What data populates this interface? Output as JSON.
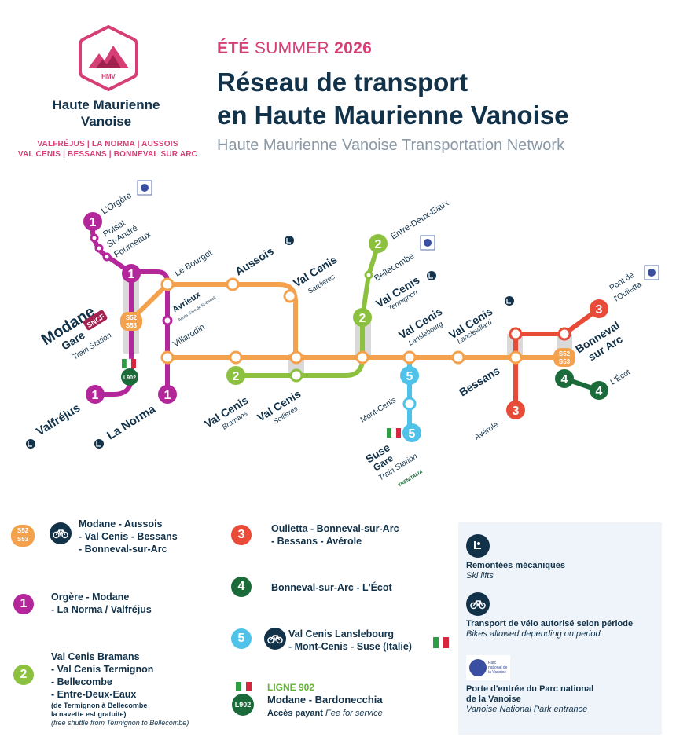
{
  "header": {
    "logo_monogram": "HMV",
    "logo_name_line1": "Haute Maurienne",
    "logo_name_line2": "Vanoise",
    "towns_line1": "VALFRÉJUS  |  LA NORMA  |  AUSSOIS",
    "towns_line2": "VAL CENIS  |  BESSANS  |  BONNEVAL SUR ARC",
    "season_fr": "ÉTÉ",
    "season_en": "SUMMER",
    "year": "2026",
    "title_line1": "Réseau de transport",
    "title_line2": "en Haute Maurienne Vanoise",
    "subtitle": "Haute Maurienne Vanoise Transportation Network"
  },
  "colors": {
    "line_s52": "#f4a14e",
    "line_1": "#b3279b",
    "line_2": "#8cc13f",
    "line_3": "#e84b37",
    "line_4": "#1b6b3a",
    "line_5": "#4fc2ea",
    "navy": "#12324a",
    "pink": "#d63f75"
  },
  "icons": {
    "ski_lift": "ski-lift-icon",
    "bike": "bike-icon",
    "park": "park-entrance-icon",
    "italy_flag": "italy-flag-icon",
    "train": "train-station-icon"
  },
  "map": {
    "badges": {
      "s52": "S52",
      "s53": "S53",
      "l902": "L902",
      "n1": "1",
      "n2": "2",
      "n3": "3",
      "n4": "4",
      "n5": "5"
    },
    "stops": {
      "orgere": "L'Orgère",
      "polset": "Polset",
      "st_andre": "St-André",
      "fourneaux": "Fourneaux",
      "modane": "Modane",
      "gare": "Gare",
      "sncf": "SNCF",
      "train_station": "Train Station",
      "le_bourget": "Le Bourget",
      "aussois": "Aussois",
      "avrieux": "Avrieux",
      "avrieux_sub": "Accès Gare de St-Benoît",
      "villarodin": "Villarodin",
      "valfrejus": "Valfréjus",
      "la_norma": "La Norma",
      "val_cenis": "Val Cenis",
      "sardieres": "Sardières",
      "bramans": "Bramans",
      "sollieres": "Sollières",
      "termignon": "Termignon",
      "lanslebourg": "Lanslebourg",
      "lanslevillard": "Lanslevillard",
      "bellecombe": "Bellecombe",
      "entre_deux_eaux": "Entre-Deux-Eaux",
      "mont_cenis": "Mont-Cenis",
      "suse": "Suse",
      "trenitalia": "TRENITALIA",
      "bessans": "Bessans",
      "averole": "Avérole",
      "bonneval": "Bonneval",
      "sur_arc": "sur Arc",
      "pont_de": "Pont de",
      "l_oulietta": "l'Oulietta",
      "l_ecot": "L'Écot"
    }
  },
  "legend": {
    "s52_line1": "Modane - Aussois",
    "s52_line2": "- Val Cenis - Bessans",
    "s52_line3": "- Bonneval-sur-Arc",
    "l1_line1": "Orgère - Modane",
    "l1_line2": "- La Norma / Valfréjus",
    "l2_line1": "Val Cenis Bramans",
    "l2_line2": "- Val Cenis Termignon",
    "l2_line3": "- Bellecombe",
    "l2_line4": "- Entre-Deux-Eaux",
    "l2_note1": "(de Termignon à Bellecombe",
    "l2_note2": "la navette est gratuite)",
    "l2_note3": "(free shuttle from Termignon to Bellecombe)",
    "l3_line1": "Oulietta - Bonneval-sur-Arc",
    "l3_line2": "- Bessans - Avérole",
    "l4_line1": "Bonneval-sur-Arc - L'Écot",
    "l5_line1": "Val Cenis Lanslebourg",
    "l5_line2": "- Mont-Cenis - Suse (Italie)",
    "l902_title": "LIGNE 902",
    "l902_route": "Modane - Bardonecchia",
    "l902_fee_fr": "Accès payant",
    "l902_fee_en": "Fee for service"
  },
  "info": {
    "ski_fr": "Remontées mécaniques",
    "ski_en": "Ski lifts",
    "bike_fr": "Transport de vélo autorisé selon période",
    "bike_en": "Bikes allowed depending on period",
    "park_logo": "Parc national de la Vanoise",
    "park_fr1": "Porte d'entrée du Parc national",
    "park_fr2": "de la Vanoise",
    "park_en": "Vanoise National Park entrance"
  }
}
